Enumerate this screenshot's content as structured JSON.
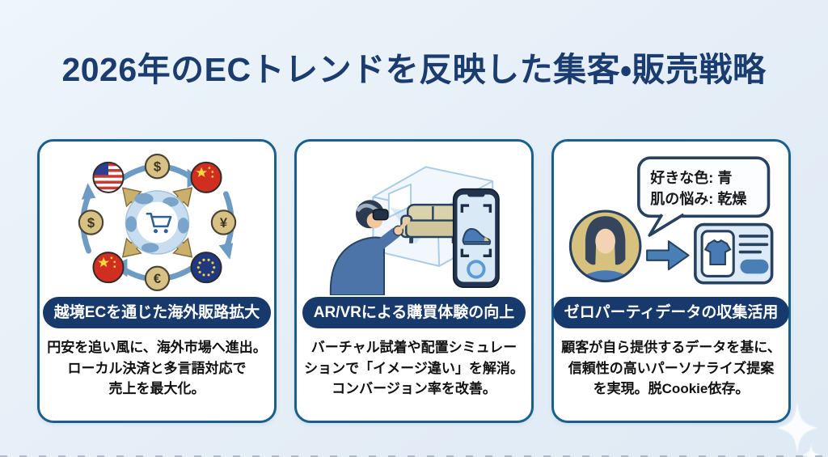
{
  "page": {
    "title": "2026年のECトレンドを反映した集客・販売戦略"
  },
  "colors": {
    "background": "#e5eef7",
    "title_text": "#1b3c6e",
    "card_border": "#1a5f8e",
    "badge_background": "#17396b",
    "badge_text": "#ffffff",
    "body_text": "#111111",
    "accent_blue": "#4a7fb5",
    "coin_gold": "#d8c185"
  },
  "cards": [
    {
      "id": "cross-border-ec",
      "icon": "globe-cart-currency-flags-icon",
      "badge": "越境ECを通じた海外販路拡大",
      "lines": [
        "円安を追い風に、海外市場へ進出。",
        "ローカル決済と多言語対応で",
        "売上を最大化。"
      ],
      "icon_labels": {
        "coin_top": "$",
        "coin_left": "$",
        "coin_right": "¥",
        "coin_bottom": "€"
      }
    },
    {
      "id": "ar-vr",
      "icon": "vr-user-room-phone-icon",
      "badge": "AR/VRによる購買体験の向上",
      "lines": [
        "バーチャル試着や配置シミュレー",
        "ションで「イメージ違い」を解消。",
        "コンバージョン率を改善。"
      ]
    },
    {
      "id": "zero-party-data",
      "icon": "customer-data-card-icon",
      "badge": "ゼロパーティデータの収集活用",
      "lines": [
        "顧客が自ら提供するデータを基に、",
        "信頼性の高いパーソナライズ提案",
        "を実現。脱Cookie依存。"
      ],
      "bubble": {
        "line1": "好きな色: 青",
        "line2": "肌の悩み: 乾燥"
      }
    }
  ]
}
